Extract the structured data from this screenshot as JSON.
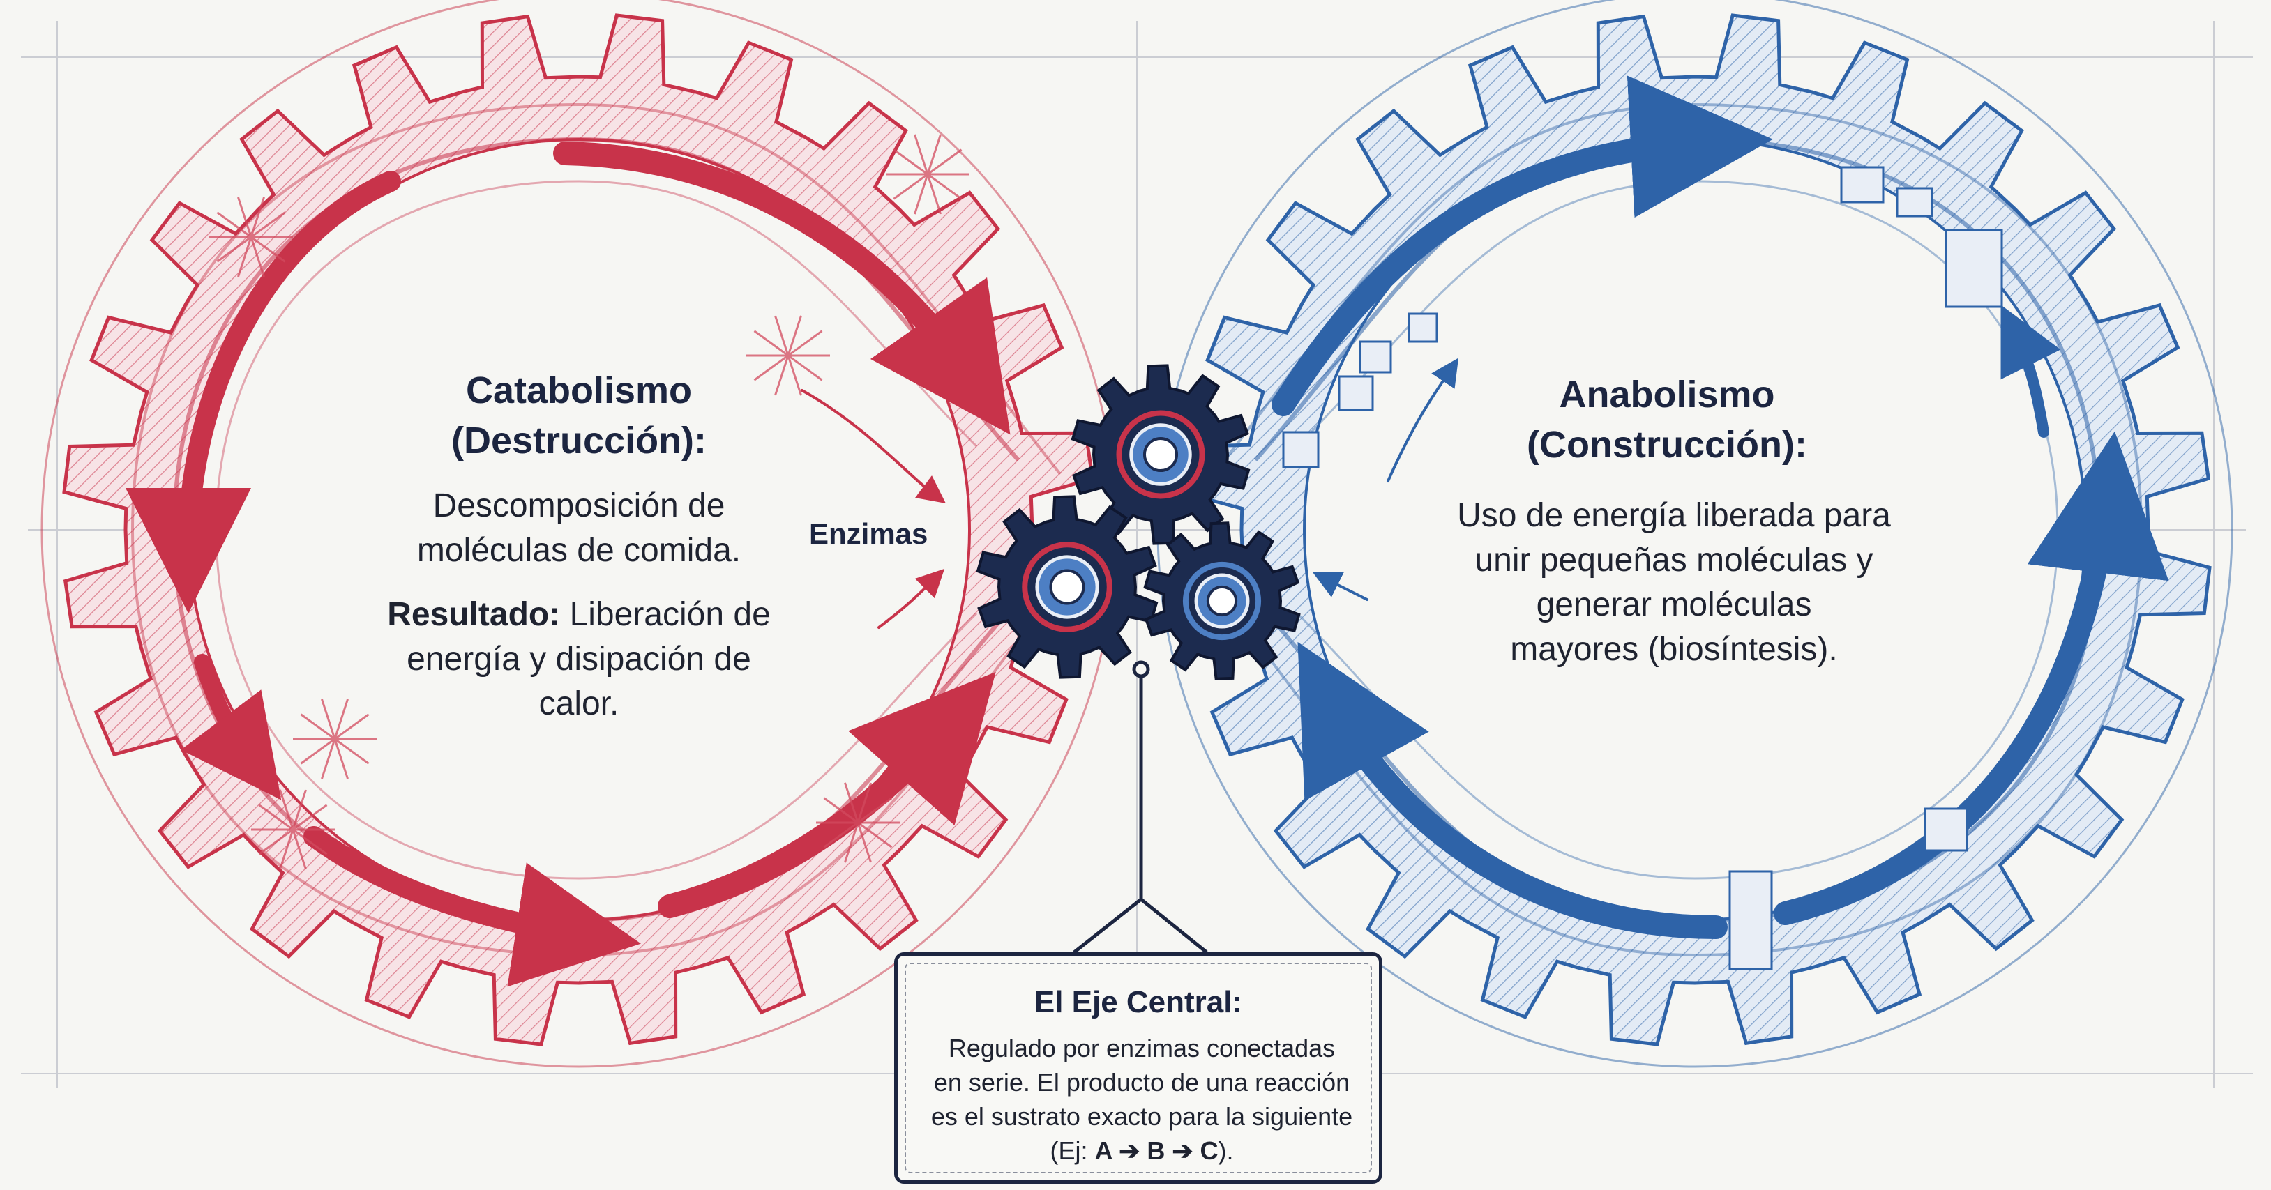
{
  "catabolism": {
    "title_line1": "Catabolismo",
    "title_line2": "(Destrucción):",
    "description_line1": "Descomposición de",
    "description_line2": "moléculas de comida.",
    "result_label": "Resultado:",
    "result_line1_rest": " Liberación de",
    "result_line2": "energía y disipación de",
    "result_line3": "calor.",
    "color": "#c8334a"
  },
  "anabolism": {
    "title_line1": "Anabolismo",
    "title_line2": "(Construcción):",
    "description_line1": "Uso de energía liberada para",
    "description_line2": "unir pequeñas moléculas y",
    "description_line3": "generar moléculas",
    "description_line4": "mayores (biosíntesis).",
    "color": "#2e63a8"
  },
  "enzymes": {
    "label": "Enzimas",
    "gear_color": "#1c2b4f"
  },
  "central_axis": {
    "title": "El Eje Central:",
    "line1": "Regulado por enzimas conectadas",
    "line2": "en serie. El producto de una reacción",
    "line3": "es el sustrato exacto para la siguiente",
    "example_prefix": "(Ej: ",
    "example_chain": "A ➔ B ➔ C",
    "example_suffix": ")."
  },
  "icons": [
    "infinity-arrow-red-icon",
    "infinity-arrow-blue-icon",
    "enzyme-gear-icon",
    "molecule-block-icon",
    "spark-icon"
  ]
}
